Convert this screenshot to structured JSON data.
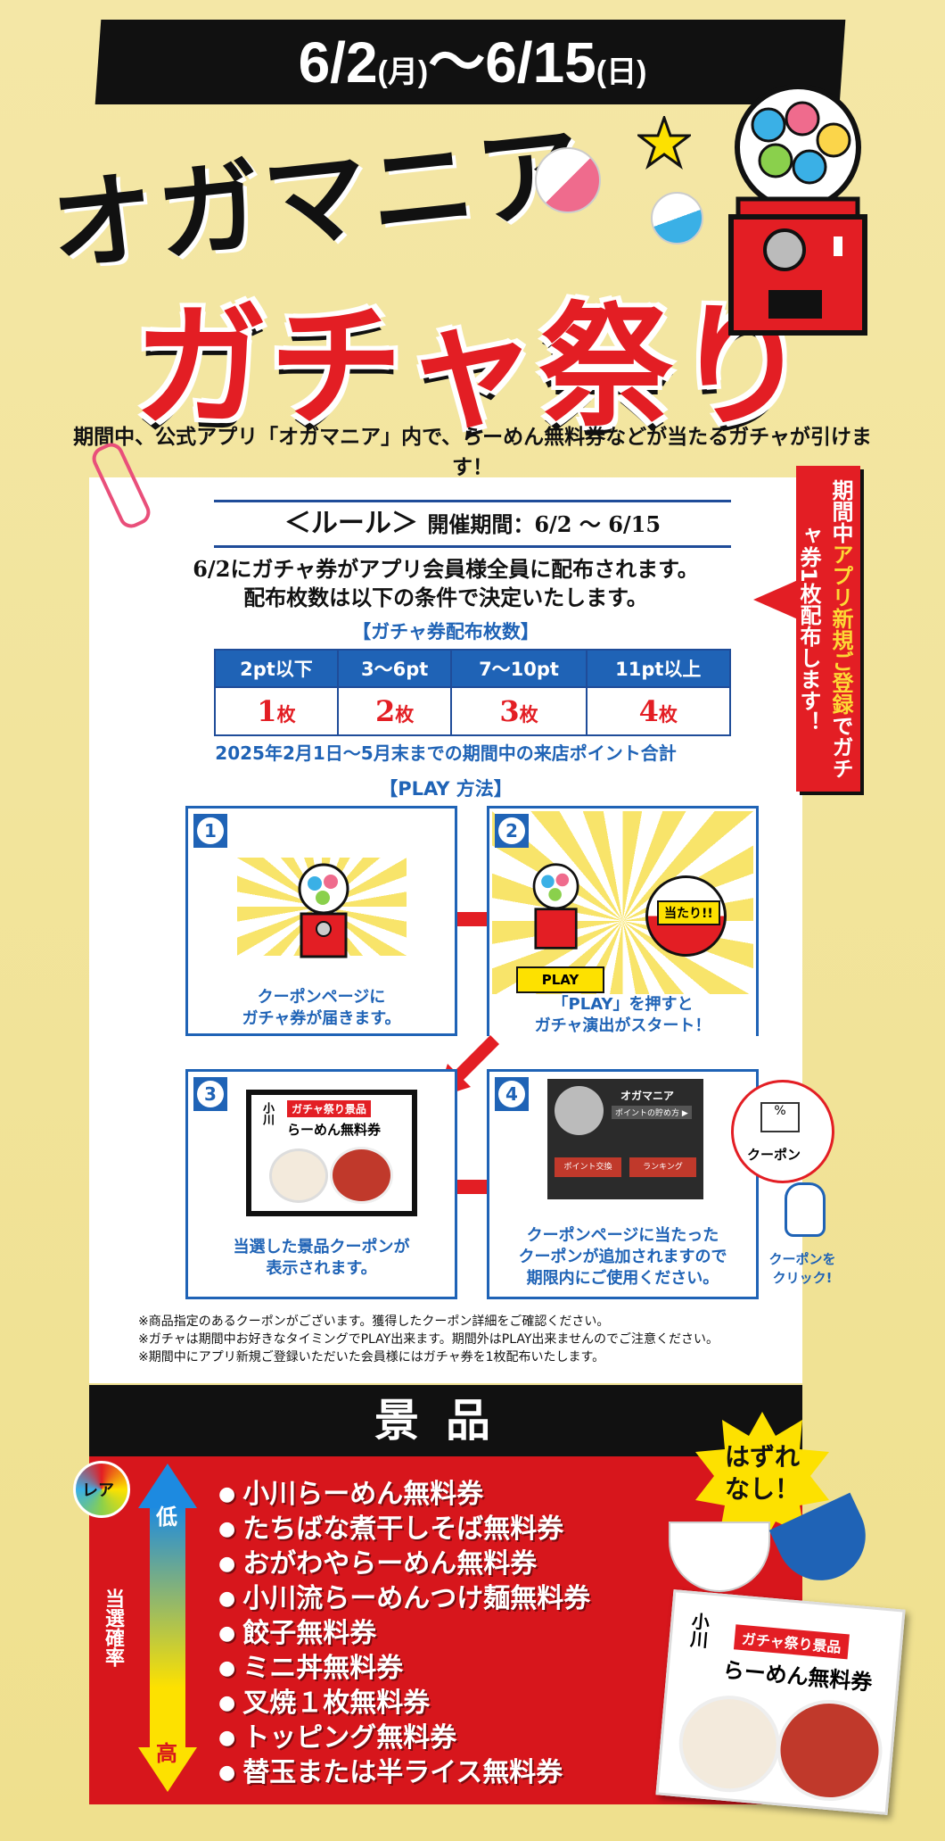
{
  "header": {
    "date_start": "6/2",
    "date_start_day": "(月)",
    "date_sep": "〜",
    "date_end": "6/15",
    "date_end_day": "(日)",
    "title_line1": "オガマニア",
    "title_line2": "ガチャ祭り",
    "intro": "期間中、公式アプリ「オガマニア」内で、らーめん無料券などが当たるガチャが引けます！"
  },
  "rules": {
    "title": "＜ルール＞",
    "period": "開催期間：6/2 〜 6/15",
    "line1": "6/2にガチャ券がアプリ会員様全員に配布されます。",
    "line2": "配布枚数は以下の条件で決定いたします。",
    "table_title": "【ガチャ券配布枚数】",
    "columns": [
      "2pt以下",
      "3〜6pt",
      "7〜10pt",
      "11pt以上"
    ],
    "counts": [
      "1",
      "2",
      "3",
      "4"
    ],
    "count_unit": "枚",
    "table_note": "2025年2月1日〜5月末までの期間中の来店ポイント合計",
    "side_tag_a": "期間中",
    "side_tag_b": "アプリ新規ご登録",
    "side_tag_c": "で",
    "side_tag_d": "ガチャ券1枚配布します！"
  },
  "play": {
    "title": "【PLAY 方法】",
    "steps": [
      {
        "num": "1",
        "caption": "クーポンページに\nガチャ券が届きます。"
      },
      {
        "num": "2",
        "caption": "「PLAY」を押すと\nガチャ演出がスタート！",
        "button": "PLAY",
        "hit": "当たり!!"
      },
      {
        "num": "3",
        "caption": "当選した景品クーポンが\n表示されます。",
        "coupon_tag": "ガチャ祭り景品",
        "coupon_name": "らーめん無料券",
        "coupon_brand": "小川"
      },
      {
        "num": "4",
        "caption": "クーポンページに当たった\nクーポンが追加されますので\n期限内にご使用ください。",
        "app_name": "オガマニア",
        "app_sub": "ポイントの貯め方 ▶",
        "btn_a": "ポイント交換",
        "btn_b": "ランキング",
        "zoom_label": "クーポン"
      }
    ],
    "tap_hint": "クーポンを\nクリック!"
  },
  "footnotes": [
    "※商品指定のあるクーポンがございます。獲得したクーポン詳細をご確認ください。",
    "※ガチャは期間中お好きなタイミングでPLAY出来ます。期間外はPLAY出来ませんのでご注意ください。",
    "※期間中にアプリ新規ご登録いただいた会員様にはガチャ券を1枚配布いたします。"
  ],
  "prizes": {
    "title": "景品",
    "rare": "レア",
    "low": "低",
    "high": "高",
    "rate_label": "当選確率",
    "hazure": "はずれ\nなし！",
    "items": [
      "小川らーめん無料券",
      "たちばな煮干しそば無料券",
      "おがわやらーめん無料券",
      "小川流らーめんつけ麺無料券",
      "餃子無料券",
      "ミニ丼無料券",
      "叉焼１枚無料券",
      "トッピング無料券",
      "替玉または半ライス無料券"
    ],
    "card_tag": "ガチャ祭り景品",
    "card_name": "らーめん無料券",
    "card_brand": "小川"
  },
  "colors": {
    "red": "#e31e24",
    "blue": "#1f63b6",
    "yellow": "#fde100",
    "background": "#f3e6a0"
  }
}
